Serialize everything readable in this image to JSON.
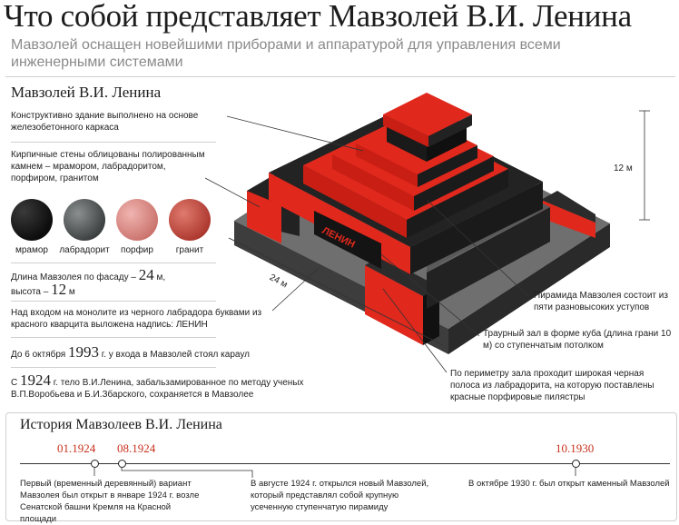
{
  "header": {
    "title": "Что собой представляет Мавзолей В.И. Ленина",
    "subtitle": "Мавзолей оснащен новейшими приборами и аппаратурой для управления всеми инженерными системами"
  },
  "left": {
    "section_title": "Мавзолей В.И. Ленина",
    "frame_note": "Конструктивно здание выполнено на основе железобетонного каркаса",
    "walls_note": "Кирпичные стены облицованы полированным камнем – мрамором, лабрадоритом, порфиром, гранитом",
    "stones": [
      {
        "label": "мрамор",
        "color": "#1a1a1a"
      },
      {
        "label": "лабрадорит",
        "color": "#555a5a"
      },
      {
        "label": "порфир",
        "color": "#d98a86"
      },
      {
        "label": "гранит",
        "color": "#c24a3c"
      }
    ],
    "length_prefix": "Длина Мавзолея по фасаду –",
    "length_value": "24",
    "length_unit": "м,",
    "height_prefix": "высота –",
    "height_value": "12",
    "height_unit": "м",
    "inscription_note": "Над входом на монолите из черного лабрадора буквами из красного кварцита выложена надпись: ЛЕНИН",
    "guard_prefix": "До 6 октября",
    "guard_year": "1993",
    "guard_suffix": "г. у входа в Мавзолей стоял караул",
    "body_prefix": "С",
    "body_year": "1924",
    "body_suffix": "г. тело В.И.Ленина, забальзамированное по методу ученых В.П.Воробьева и Б.И.Збарского, сохраняется в Мавзолее"
  },
  "diagram": {
    "height_label": "12 м",
    "width_label": "24 м",
    "inscription": "ЛЕНИН",
    "pyramid_note": "Пирамида Мавзолея состоит из пяти разновысоких уступов",
    "hall_note": "Траурный зал в форме куба (длина грани 10 м) со ступенчатым потолком",
    "strip_note": "По периметру зала проходит широкая черная полоса из лабрадорита, на которую поставлены красные порфировые пилястры",
    "colors": {
      "red": "#e0281c",
      "dark": "#1e1e1e",
      "gray": "#6b6b6b"
    }
  },
  "timeline": {
    "title": "История Мавзолеев В.И. Ленина",
    "events": [
      {
        "date": "01.1924",
        "text": "Первый (временный деревянный) вариант Мавзолея был открыт в январе 1924 г. возле Сенатской башни Кремля на Красной площади"
      },
      {
        "date": "08.1924",
        "text": "В августе 1924 г. открылся новый Мавзолей, который представлял собой крупную усеченную ступенчатую пирамиду"
      },
      {
        "date": "10.1930",
        "text": "В октябре 1930 г. был открыт каменный Мавзолей"
      }
    ]
  }
}
